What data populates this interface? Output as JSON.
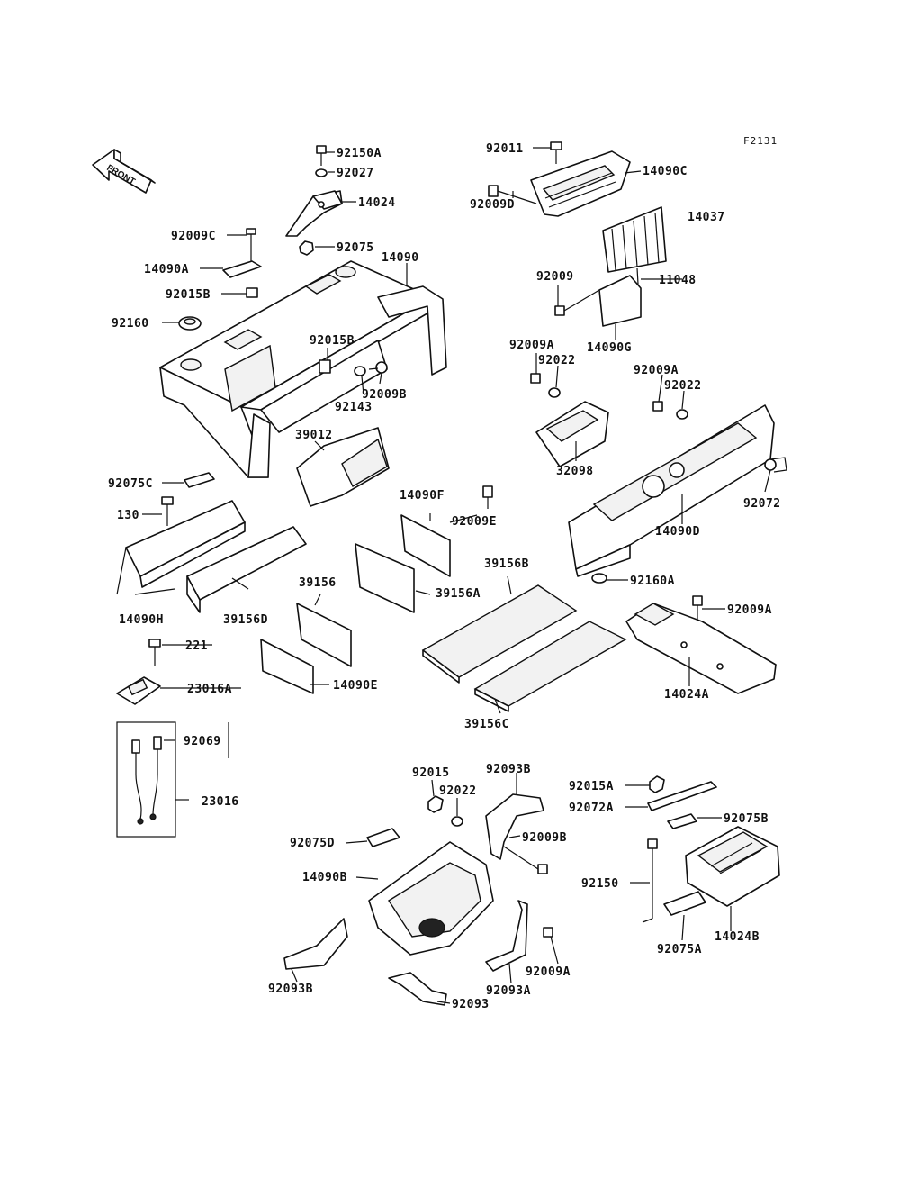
{
  "figure_code": "F2131",
  "front_arrow_label": "FRONT",
  "labels": {
    "p92150A": "92150A",
    "p92027": "92027",
    "p14024": "14024",
    "p92075": "92075",
    "p14090": "14090",
    "p92009C": "92009C",
    "p14090A": "14090A",
    "p92015B_a": "92015B",
    "p92160": "92160",
    "p92015B_b": "92015B",
    "p92009B_a": "92009B",
    "p92143": "92143",
    "p39012": "39012",
    "p92075C": "92075C",
    "p130": "130",
    "p14090H": "14090H",
    "p39156D": "39156D",
    "p221": "221",
    "p23016A": "23016A",
    "p92069": "92069",
    "p23016": "23016",
    "p14090F": "14090F",
    "p92009E": "92009E",
    "p39156": "39156",
    "p39156A": "39156A",
    "p14090E": "14090E",
    "p39156B": "39156B",
    "p39156C": "39156C",
    "p92011": "92011",
    "p14090C": "14090C",
    "p92009D": "92009D",
    "p14037": "14037",
    "p92009_a": "92009",
    "p11048": "11048",
    "p14090G": "14090G",
    "p92009A_a": "92009A",
    "p92022_a": "92022",
    "p32098": "32098",
    "p92009A_b": "92009A",
    "p92022_b": "92022",
    "p92072": "92072",
    "p14090D": "14090D",
    "p92160A": "92160A",
    "p92009A_c": "92009A",
    "p14024A": "14024A",
    "p92015": "92015",
    "p92093B_a": "92093B",
    "p92022_c": "92022",
    "p92009B_b": "92009B",
    "p92075D": "92075D",
    "p14090B": "14090B",
    "p92093B_b": "92093B",
    "p92093A": "92093A",
    "p92009A_d": "92009A",
    "p92093": "92093",
    "p92015A": "92015A",
    "p92072A": "92072A",
    "p92075B": "92075B",
    "p92150": "92150",
    "p92075A": "92075A",
    "p14024B": "14024B"
  }
}
